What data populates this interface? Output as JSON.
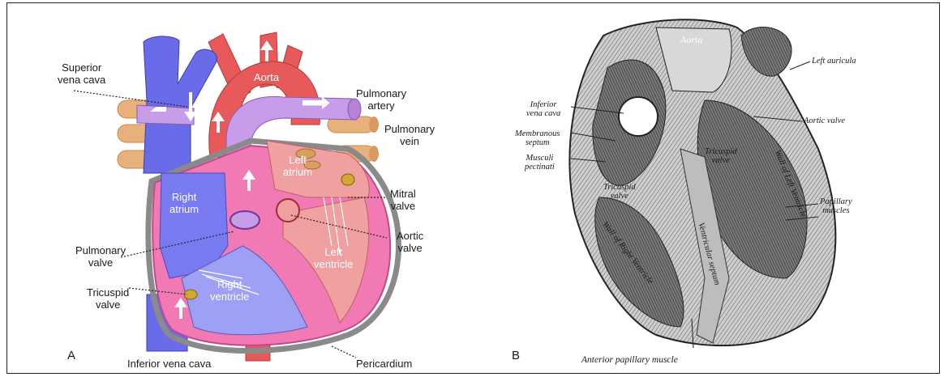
{
  "panel_a": {
    "letter": "A",
    "labels": {
      "superior_vena_cava": "Superior\nvena cava",
      "aorta": "Aorta",
      "pulmonary_artery": "Pulmonary\nartery",
      "pulmonary_vein": "Pulmonary\nvein",
      "left_atrium": "Left\natrium",
      "right_atrium": "Right\natrium",
      "mitral_valve": "Mitral\nvalve",
      "aortic_valve": "Aortic\nvalve",
      "pulmonary_valve": "Pulmonary\nvalve",
      "left_ventricle": "Left\nventricle",
      "right_ventricle": "Right\nventricle",
      "tricuspid_valve": "Tricuspid\nvalve",
      "inferior_vena_cava": "Inferior vena cava",
      "pericardium": "Pericardium"
    },
    "colors": {
      "vena_cava": "#6a6be8",
      "aorta": "#e85a5a",
      "pulmonary_artery": "#c79ce8",
      "pulmonary_vein": "#e8b07a",
      "left_side": "#f0a0a0",
      "heart_wall": "#f27ab4",
      "pericardium": "#8a8a8a"
    }
  },
  "panel_b": {
    "letter": "B",
    "labels": {
      "aorta": "Aorta",
      "left_auricula": "Left auricula",
      "inferior_vena_cava": "Inferior\nvena cava",
      "aortic_valve": "Aortic valve",
      "membranous_septum": "Membranous\nseptum",
      "musculi_pectinati": "Musculi\npectinati",
      "tricuspid_valve_1": "Tricuspid\nvalve",
      "tricuspid_valve_2": "Tricuspid\nvalve",
      "wall_left_ventricle": "Wall of Left Ventricle",
      "papillary_muscles": "Papillary\nmuscles",
      "wall_right_ventricle": "Wall of Right Ventricle",
      "ventricular_septum": "Ventricular septum",
      "anterior_papillary_muscle": "Anterior papillary muscle"
    }
  }
}
